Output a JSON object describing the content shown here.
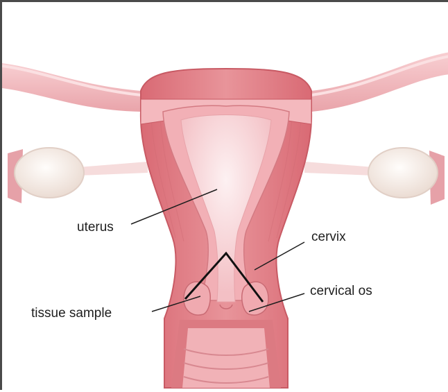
{
  "labels": {
    "uterus": "uterus",
    "cervix": "cervix",
    "cervical_os": "cervical os",
    "tissue_sample": "tissue sample"
  },
  "colors": {
    "muscle": "#e07f86",
    "muscle_dark": "#c9636d",
    "lining": "#f6c9cd",
    "cavity": "#fbe3e5",
    "tube": "#f3b8bc",
    "ovary": "#f7f1ec",
    "leader": "#1e1e1e",
    "excision": "#111111"
  }
}
